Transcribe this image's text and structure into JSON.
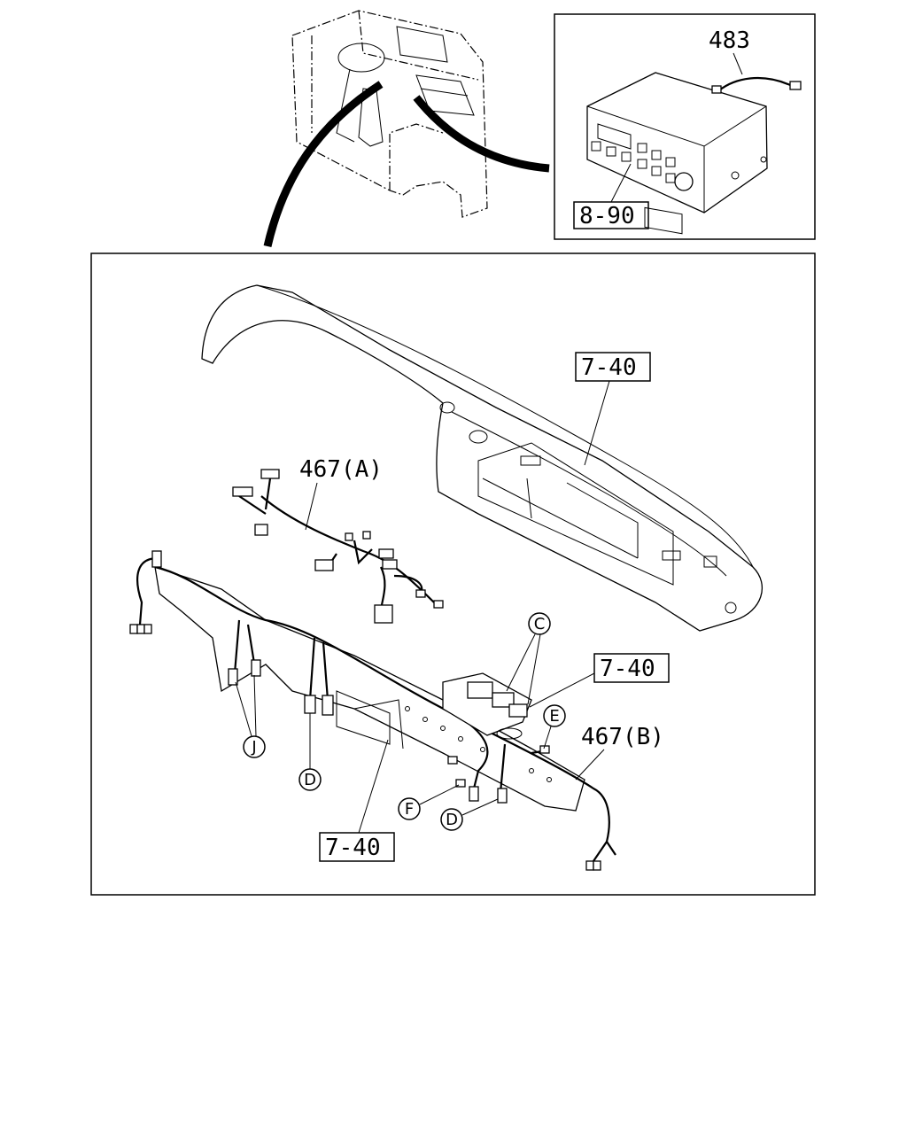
{
  "callouts": {
    "radio_part": "483",
    "radio_ref": "8-90",
    "panel_ref_top": "7-40",
    "harness_a": "467(A)",
    "harness_b": "467(B)",
    "bracket_ref_right": "7-40",
    "bracket_ref_bottom": "7-40"
  },
  "connector_letters": {
    "c": "C",
    "e": "E",
    "f": "F",
    "j": "J",
    "d_left": "D",
    "d_right": "D"
  }
}
